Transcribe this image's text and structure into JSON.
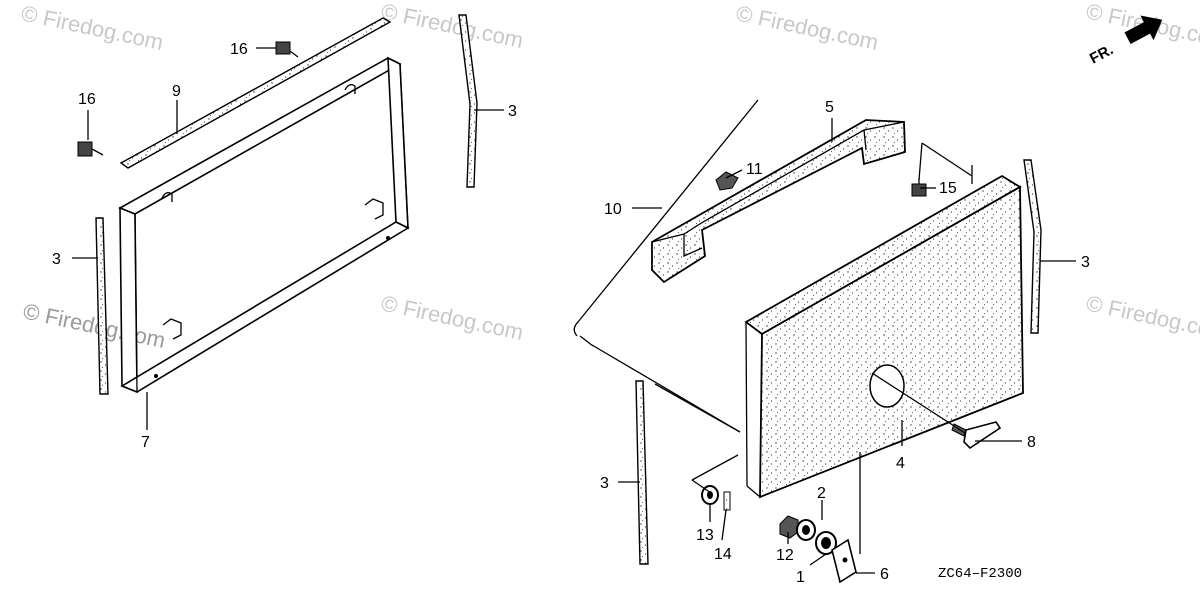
{
  "watermarks": [
    "© Firedog.com",
    "© Firedog.com",
    "© Firedog.com",
    "© Firedog.com",
    "© Firedog.com",
    "© Firedog.com",
    "© Firedog.com"
  ],
  "direction_label": "FR.",
  "diagram_code": "ZC64–F2300",
  "callouts": [
    "16",
    "16",
    "9",
    "3",
    "3",
    "7",
    "5",
    "11",
    "15",
    "10",
    "3",
    "3",
    "8",
    "4",
    "2",
    "13",
    "14",
    "12",
    "1",
    "6"
  ]
}
